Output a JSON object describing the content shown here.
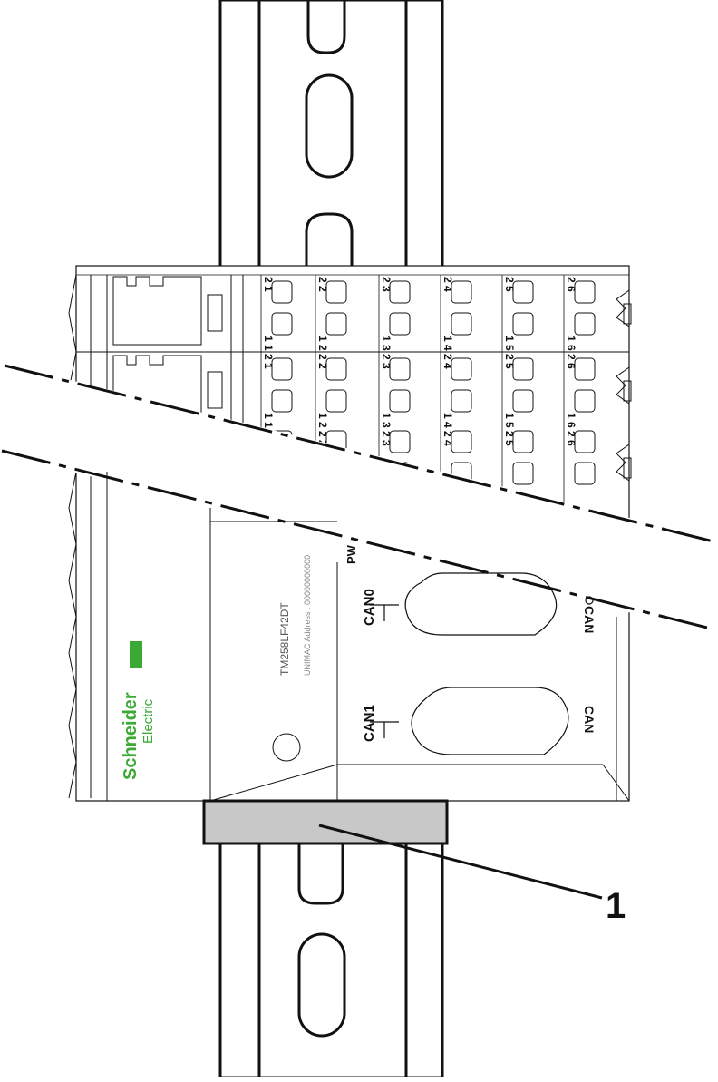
{
  "brand": {
    "name_1": "Schneider",
    "name_2": "Electric",
    "color": "#3aaa35"
  },
  "device": {
    "model": "TM258LF42DT",
    "mac_label": "UNIMAC Address : 00000000000",
    "ports": [
      {
        "label": "CAN0",
        "side_label": "CAN"
      },
      {
        "label": "CAN1",
        "side_label": "CAN"
      }
    ],
    "pwr_label": "PW"
  },
  "terminals": {
    "upper_pairs": [
      "2 1",
      "2 2",
      "2 3",
      "2 4",
      "2 5",
      "2 6"
    ],
    "lower_pairs": [
      "1 1",
      "1 2",
      "1 3",
      "1 4",
      "1 5",
      "1 6"
    ]
  },
  "callout": {
    "number": "1"
  },
  "colors": {
    "line": "#111111",
    "clip_fill": "#c8c8c8",
    "body_fill": "#ffffff"
  }
}
